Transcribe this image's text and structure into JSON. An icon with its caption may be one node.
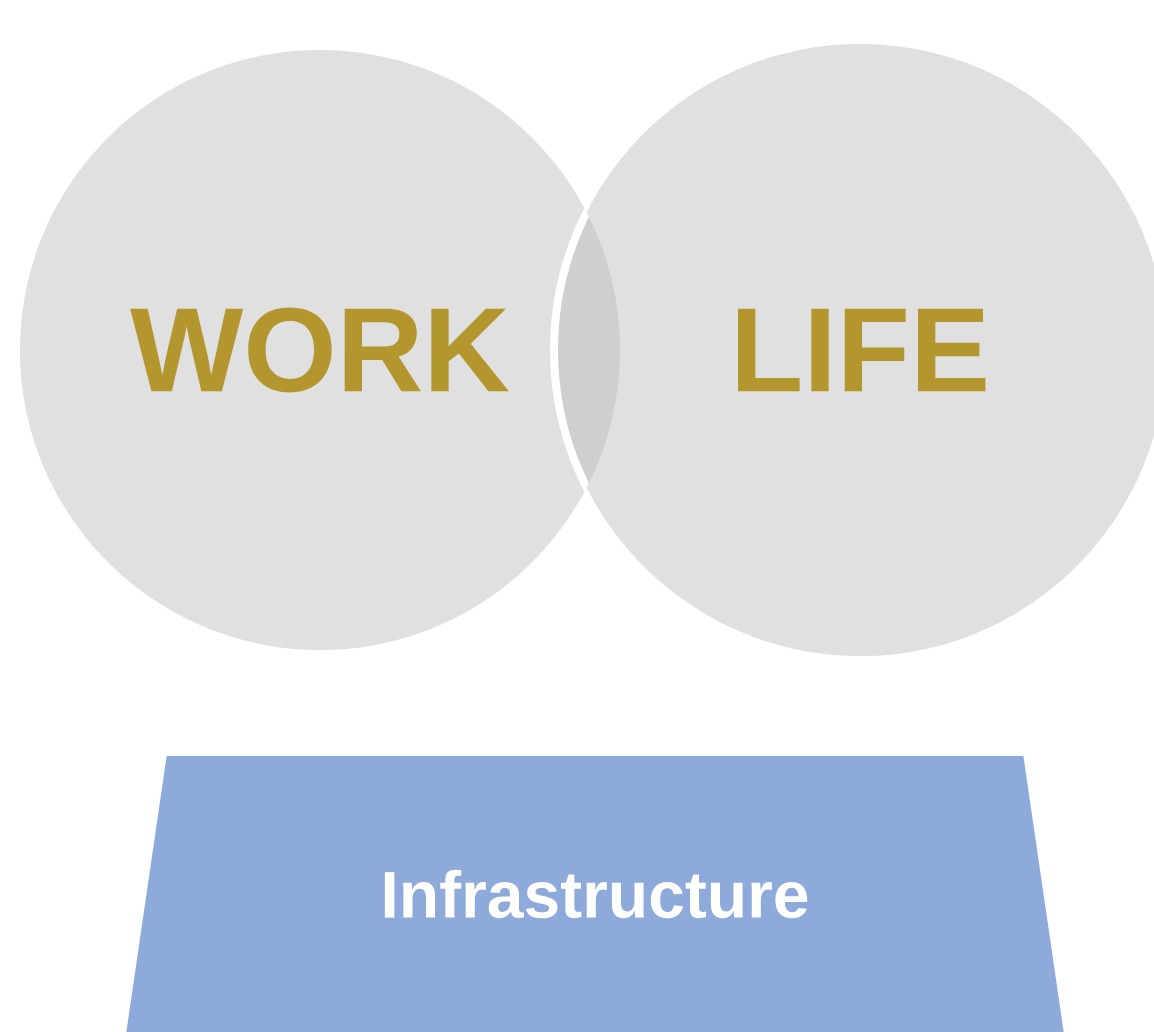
{
  "diagram": {
    "nodes": [
      {
        "text": [
          "WORK"
        ]
      },
      {
        "text": [
          "LIFE"
        ]
      },
      {
        "text": [
          "Infrastructure"
        ]
      }
    ]
  }
}
